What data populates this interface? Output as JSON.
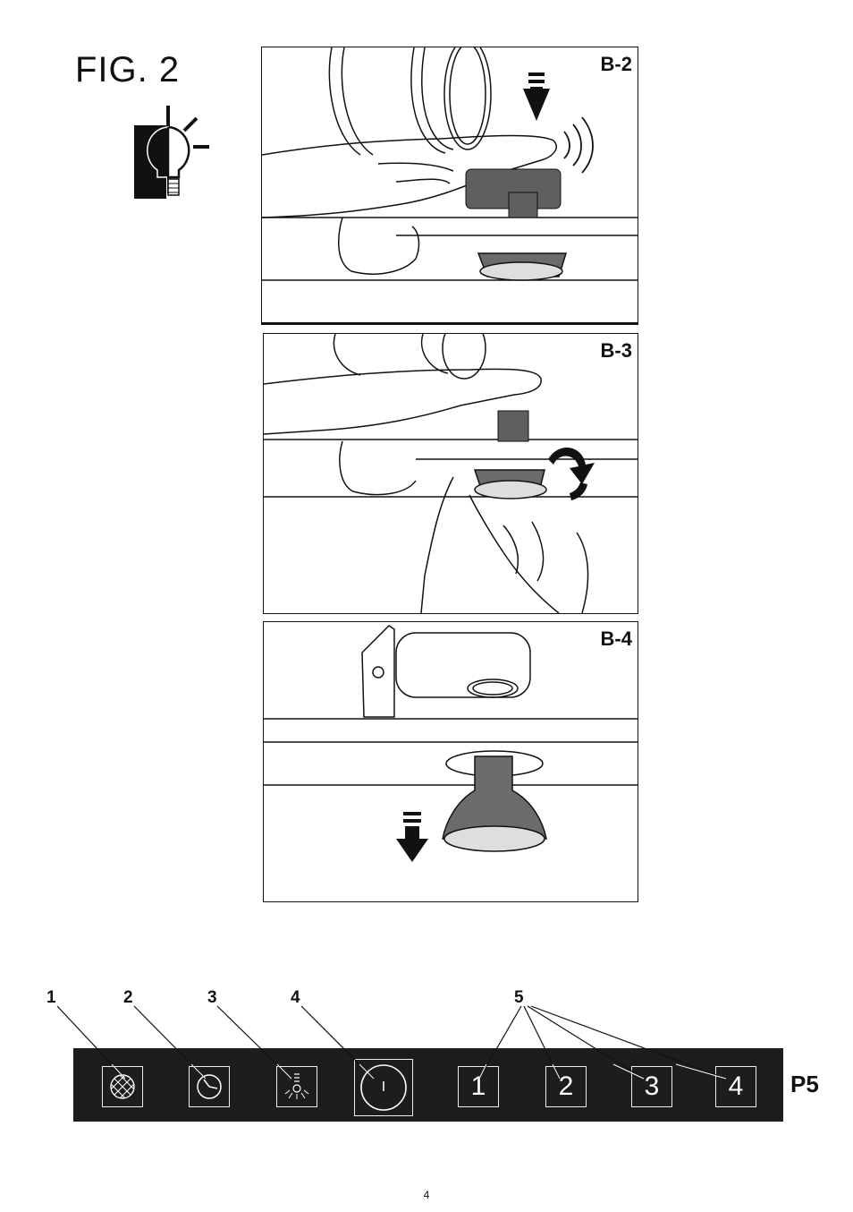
{
  "figure": {
    "title": "FIG. 2",
    "icon": "light-bulb-icon"
  },
  "panels": [
    {
      "label": "B-2"
    },
    {
      "label": "B-3"
    },
    {
      "label": "B-4"
    }
  ],
  "callouts": [
    "1",
    "2",
    "3",
    "4",
    "5"
  ],
  "control_panel": {
    "code": "P5",
    "buttons": [
      {
        "icon": "grease-filter-icon"
      },
      {
        "icon": "timer-clock-icon"
      },
      {
        "icon": "light-icon"
      },
      {
        "icon": "power-icon",
        "symbol": "I"
      },
      {
        "label": "1"
      },
      {
        "label": "2"
      },
      {
        "label": "3"
      },
      {
        "label": "4"
      }
    ]
  },
  "page_number": "4",
  "colors": {
    "panel_background": "#1e1c1c",
    "line": "#111111",
    "lamp_gray": "#6b6b6b"
  }
}
